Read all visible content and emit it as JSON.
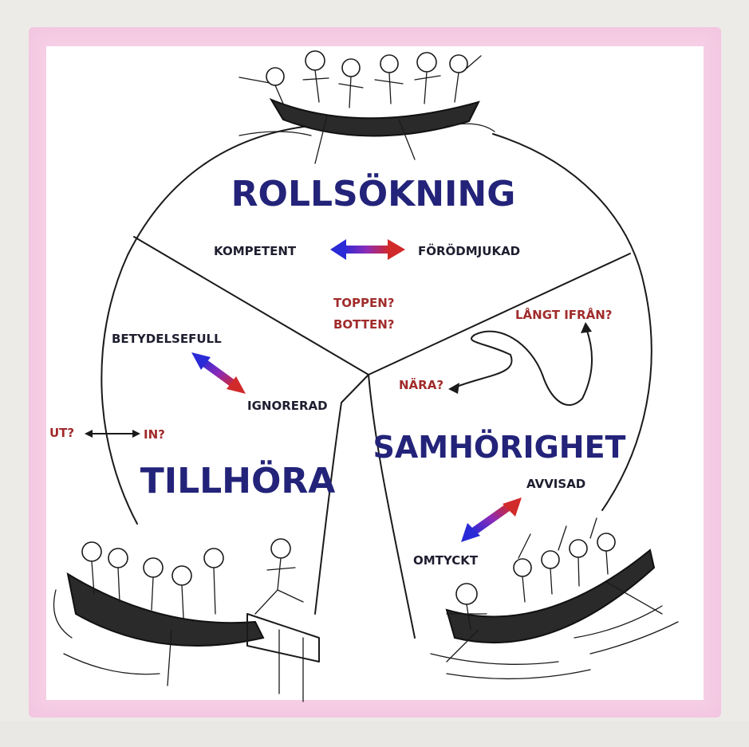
{
  "titles": {
    "top": "ROLLSÖKNING",
    "left": "TILLHÖRA",
    "right": "SAMHÖRIGHET"
  },
  "labels": {
    "kompetent": "KOMPETENT",
    "forodmjukad": "FÖRÖDMJUKAD",
    "toppen": "TOPPEN?",
    "botten": "BOTTEN?",
    "betydelsefull": "BETYDELSEFULL",
    "ignorerad": "IGNORERAD",
    "ut": "UT?",
    "in": "IN?",
    "langt_ifran": "LÅNGT IFRÅN?",
    "nara": "NÄRA?",
    "avvisad": "AVVISAD",
    "omtyckt": "OMTYCKT"
  },
  "colors": {
    "title": "#23237a",
    "arrow_blue": "#2a2ad6",
    "arrow_red": "#d12a2a",
    "arrow_purple": "#8a2bb8",
    "question_red": "#a12b2b",
    "frame_pink": "#f6cfe6"
  },
  "icons": {
    "top_boat": "rowboat-chaotic-icon",
    "left_boat": "rowboat-docked-icon",
    "right_boat": "rowboat-rowing-icon"
  }
}
